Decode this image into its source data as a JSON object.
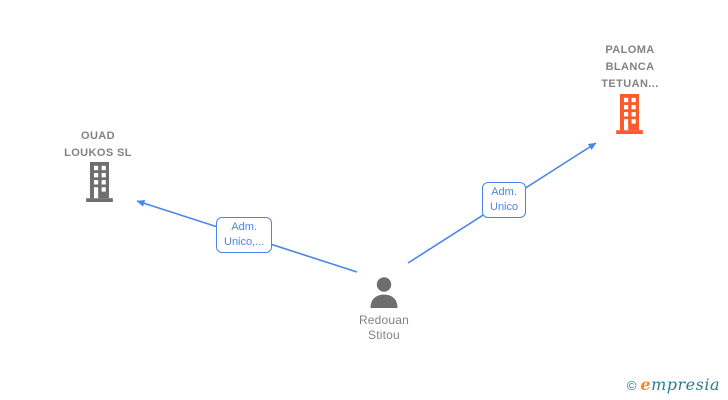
{
  "diagram": {
    "type": "corporate-relations-graph",
    "nodes": {
      "company_ouad": {
        "kind": "company",
        "name": "OUAD LOUKOS SL",
        "name_lines": [
          "OUAD",
          "LOUKOS SL"
        ],
        "icon": "building-icon",
        "icon_color": "#6e6e6e"
      },
      "company_paloma": {
        "kind": "company",
        "name": "PALOMA BLANCA TETUAN...",
        "name_lines": [
          "PALOMA",
          "BLANCA",
          "TETUAN..."
        ],
        "icon": "building-icon",
        "icon_color": "#fb5a2d"
      },
      "person_redouan": {
        "kind": "person",
        "name": "Redouan Stitou",
        "name_lines": [
          "Redouan",
          "Stitou"
        ],
        "icon": "person-icon",
        "icon_color": "#6e6e6e"
      }
    },
    "edges": [
      {
        "from": "person_redouan",
        "to": "company_ouad",
        "label": "Adm. Unico,...",
        "label_lines": [
          "Adm.",
          "Unico,..."
        ]
      },
      {
        "from": "person_redouan",
        "to": "company_paloma",
        "label": "Adm. Unico",
        "label_lines": [
          "Adm.",
          "Unico"
        ]
      }
    ],
    "colors": {
      "edge_blue": "#4a86e8",
      "node_text_gray": "#828282",
      "building_gray": "#6e6e6e",
      "building_orange": "#fb5a2d",
      "background": "#ffffff"
    }
  },
  "watermark": {
    "copyright": "©",
    "brand_initial": "e",
    "brand_rest": "mpresia",
    "teal": "#2a7e8e",
    "orange": "#f28a1f"
  }
}
